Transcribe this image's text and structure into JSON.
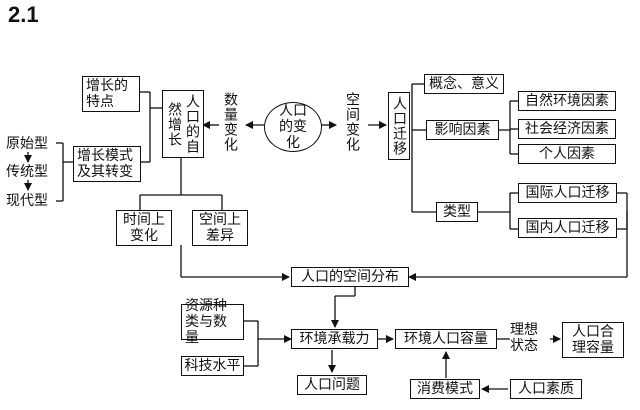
{
  "title": "2.1",
  "nodes": {
    "center": "人口的变化",
    "natural_growth": "人口的自然增长",
    "quantity_change": "数量变化",
    "spatial_change": "空间变化",
    "migration": "人口迁移",
    "growth_features": "增长的特点",
    "growth_mode": "增长模式及其转变",
    "primitive": "原始型",
    "traditional": "传统型",
    "modern": "现代型",
    "temporal_change": "时间上变化",
    "spatial_diff": "空间上差异",
    "concept": "概念、意义",
    "factors": "影响因素",
    "natural_env": "自然环境因素",
    "socio_econ": "社会经济因素",
    "personal": "个人因素",
    "types": "类型",
    "intl": "国际人口迁移",
    "domestic": "国内人口迁移",
    "spatial_distribution": "人口的空间分布",
    "resources": "资源种类与数量",
    "tech": "科技水平",
    "carrying": "环境承载力",
    "capacity": "环境人口容量",
    "ideal_state": "理想状态",
    "reasonable": "人口合理容量",
    "problems": "人口问题",
    "consumption": "消费模式",
    "quality": "人口素质"
  }
}
